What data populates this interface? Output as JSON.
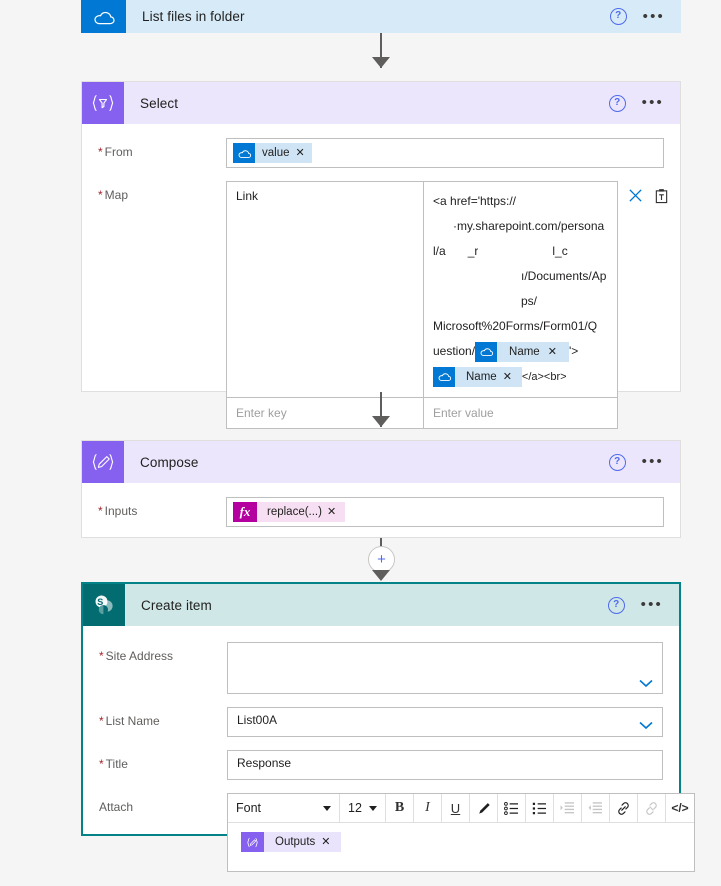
{
  "flow": {
    "actions": [
      {
        "id": "list-files-in-folder",
        "title": "List files in folder",
        "connector": "onedrive",
        "help_label": "?",
        "menu_label": "•••"
      },
      {
        "id": "select",
        "title": "Select",
        "connector": "flow-select",
        "help_label": "?",
        "menu_label": "•••",
        "fields": {
          "from": {
            "label": "From",
            "required": true,
            "chips": [
              {
                "type": "onedrive",
                "text": "value",
                "remove": "✕"
              }
            ]
          },
          "map": {
            "label": "Map",
            "required": true,
            "rows": [
              {
                "key": "Link",
                "value_lines": [
                  {
                    "indent": 0,
                    "text": "<a href='https://"
                  },
                  {
                    "indent": 1,
                    "text": "·my.sharepoint.com/persona"
                  },
                  {
                    "indent": 0,
                    "text": "l/a",
                    "redacted": true,
                    "text_tail": "_r",
                    "text_tail2": "l_c"
                  },
                  {
                    "indent": 2,
                    "text": "ı/Documents/Apps/"
                  },
                  {
                    "indent": 0,
                    "text": "Microsoft%20Forms/Form01/Q"
                  },
                  {
                    "indent": 0,
                    "text": "uestion/",
                    "chip": {
                      "type": "onedrive",
                      "text": "Name",
                      "remove": "✕"
                    },
                    "after": "'>"
                  },
                  {
                    "indent": 0,
                    "chip": {
                      "type": "onedrive",
                      "text": "Name",
                      "remove": "✕"
                    },
                    "after": "</a><br>"
                  }
                ]
              }
            ],
            "entry_row": {
              "key_placeholder": "Enter key",
              "value_placeholder": "Enter value"
            },
            "tools": [
              {
                "name": "delete-map-row",
                "glyph": "✕"
              },
              {
                "name": "clipboard-map-row",
                "glyph": "⧉"
              }
            ]
          }
        }
      },
      {
        "id": "compose",
        "title": "Compose",
        "connector": "flow-compose",
        "help_label": "?",
        "menu_label": "•••",
        "fields": {
          "inputs": {
            "label": "Inputs",
            "required": true,
            "chips": [
              {
                "type": "expression",
                "text": "replace(...)",
                "remove": "✕"
              }
            ]
          }
        }
      },
      {
        "id": "create-item",
        "title": "Create item",
        "connector": "sharepoint",
        "help_label": "?",
        "menu_label": "•••",
        "selected": true,
        "fields": {
          "site_address": {
            "label": "Site Address",
            "required": true,
            "value": ""
          },
          "list_name": {
            "label": "List Name",
            "required": true,
            "value": "List00A"
          },
          "title": {
            "label": "Title",
            "required": true,
            "value": "Response"
          },
          "attach": {
            "label": "Attach",
            "required": false,
            "toolbar": {
              "font_value": "Font",
              "size_value": "12",
              "buttons": [
                {
                  "name": "bold",
                  "glyph": "B",
                  "disabled": false
                },
                {
                  "name": "italic",
                  "glyph": "I",
                  "disabled": false
                },
                {
                  "name": "underline",
                  "glyph": "U",
                  "disabled": false
                },
                {
                  "name": "text-highlight-pen",
                  "glyph": "✎",
                  "disabled": false
                },
                {
                  "name": "bulleted-list",
                  "glyph": "☰",
                  "disabled": false
                },
                {
                  "name": "numbered-list",
                  "glyph": "☰",
                  "disabled": false
                },
                {
                  "name": "indent",
                  "glyph": "☰",
                  "disabled": true
                },
                {
                  "name": "outdent",
                  "glyph": "☰",
                  "disabled": true
                },
                {
                  "name": "insert-link",
                  "glyph": "ὑ7",
                  "disabled": false
                },
                {
                  "name": "remove-link",
                  "glyph": "ὑ7",
                  "disabled": true
                },
                {
                  "name": "code-view",
                  "glyph": "</>",
                  "disabled": false
                }
              ]
            },
            "chips": [
              {
                "type": "flow",
                "text": "Outputs",
                "remove": "✕"
              }
            ]
          }
        }
      }
    ],
    "add_step_label": "+"
  },
  "colors": {
    "onedrive_tile": "#0078d4",
    "onedrive_header": "#d7eaf7",
    "flow_tile": "#8661f0",
    "flow_header": "#ebe6fb",
    "sharepoint_tile": "#036c70",
    "sharepoint_header": "#cfe7e7",
    "selected_border": "#038387",
    "required_asterisk": "#a4262c",
    "expression_chip": "#b4009e",
    "help_icon": "#4f6bed"
  }
}
